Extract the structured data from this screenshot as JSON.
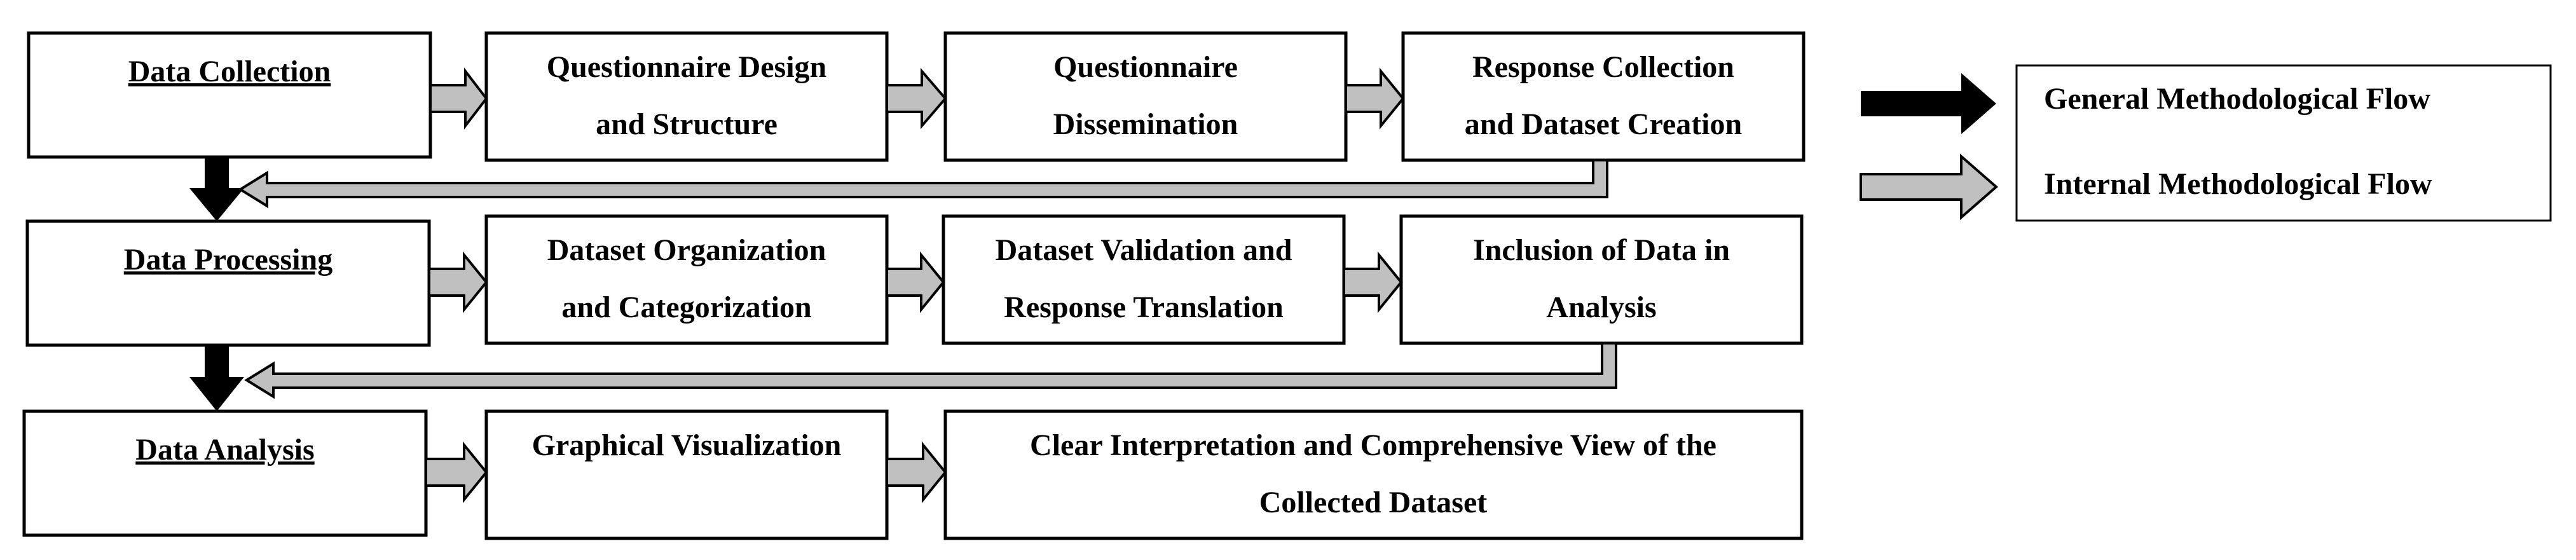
{
  "stages": [
    {
      "label": "Data Collection",
      "steps": [
        [
          "Questionnaire Design",
          "and Structure"
        ],
        [
          "Questionnaire",
          "Dissemination"
        ],
        [
          "Response Collection",
          "and Dataset Creation"
        ]
      ]
    },
    {
      "label": "Data Processing",
      "steps": [
        [
          "Dataset Organization",
          "and Categorization"
        ],
        [
          "Dataset Validation and",
          "Response Translation"
        ],
        [
          "Inclusion of Data in",
          "Analysis"
        ]
      ]
    },
    {
      "label": "Data Analysis",
      "steps": [
        [
          "Graphical Visualization",
          ""
        ],
        [
          "Clear Interpretation and Comprehensive View of the",
          "Collected Dataset"
        ]
      ]
    }
  ],
  "legend": {
    "general": "General Methodological Flow",
    "internal": "Internal Methodological Flow"
  },
  "colors": {
    "general_arrow": "#000000",
    "internal_arrow": "#c0c0c0",
    "stroke": "#000000",
    "box_fill": "#ffffff"
  }
}
